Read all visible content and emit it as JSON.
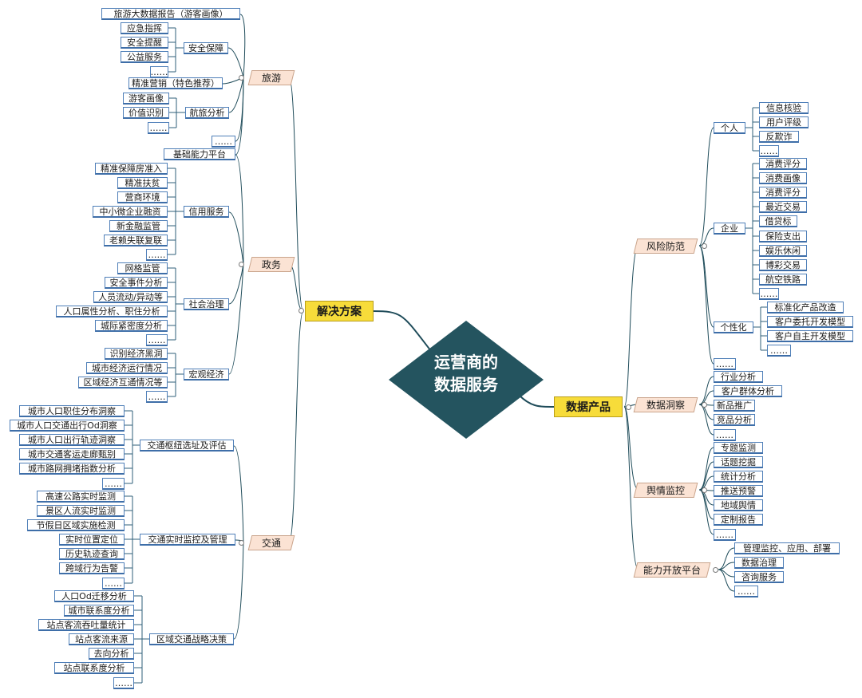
{
  "center": {
    "line1": "运营商的",
    "line2": "数据服务"
  },
  "left": {
    "label": "解决方案",
    "travel": {
      "label": "旅游",
      "report": "旅游大数据报告（游客画像）",
      "safety": {
        "label": "安全保障",
        "items": [
          "应急指挥",
          "安全提醒",
          "公益服务",
          "……"
        ]
      },
      "marketing": "精准营销（特色推荐）",
      "aviation": {
        "label": "航旅分析",
        "items": [
          "游客画像",
          "价值识别",
          "……"
        ]
      },
      "more": "……"
    },
    "gov": {
      "label": "政务",
      "basic": "基础能力平台",
      "credit": {
        "label": "信用服务",
        "items": [
          "精准保障房准入",
          "精准扶贫",
          "营商环境",
          "中小微企业融资",
          "新金融监管",
          "老赖失联复联",
          "……"
        ]
      },
      "social": {
        "label": "社会治理",
        "items": [
          "网格监管",
          "安全事件分析",
          "人员流动/异动等",
          "人口属性分析、职住分析",
          "城际紧密度分析",
          "……"
        ]
      },
      "macro": {
        "label": "宏观经济",
        "items": [
          "识别经济黑洞",
          "城市经济运行情况",
          "区域经济互通情况等",
          "……"
        ]
      }
    },
    "traffic": {
      "label": "交通",
      "hub": {
        "label": "交通枢纽选址及评估",
        "items": [
          "城市人口职住分布洞察",
          "城市人口交通出行Od洞察",
          "城市人口出行轨迹洞察",
          "城市交通客运走廊甄别",
          "城市路网拥堵指数分析",
          "……"
        ]
      },
      "monitor": {
        "label": "交通实时监控及管理",
        "items": [
          "高速公路实时监测",
          "景区人流实时监测",
          "节假日区域实施检测",
          "实时位置定位",
          "历史轨迹查询",
          "跨域行为告警",
          "……"
        ]
      },
      "region": {
        "label": "区域交通战略决策",
        "items": [
          "人口Od迁移分析",
          "城市联系度分析",
          "站点客流吞吐量统计",
          "站点客流来源",
          "去向分析",
          "站点联系度分析",
          "……"
        ]
      }
    }
  },
  "right": {
    "label": "数据产品",
    "risk": {
      "label": "风险防范",
      "personal": {
        "label": "个人",
        "items": [
          "信息核验",
          "用户评级",
          "反欺诈",
          "……"
        ]
      },
      "enterprise": {
        "label": "企业",
        "items": [
          "消费评分",
          "消费画像",
          "消费评分",
          "最近交易",
          "借贷标",
          "保险支出",
          "娱乐休闲",
          "博彩交易",
          "航空铁路",
          "……"
        ]
      },
      "custom": {
        "label": "个性化",
        "items": [
          "标准化产品改造",
          "客户委托开发模型",
          "客户自主开发模型",
          "……"
        ]
      },
      "more": "……"
    },
    "insight": {
      "label": "数据洞察",
      "items": [
        "行业分析",
        "客户群体分析",
        "新品推广",
        "竞品分析",
        "……"
      ]
    },
    "opinion": {
      "label": "舆情监控",
      "items": [
        "专题监测",
        "话题挖掘",
        "统计分析",
        "推送预警",
        "地域舆情",
        "定制报告",
        "……"
      ]
    },
    "open": {
      "label": "能力开放平台",
      "items": [
        "管理监控、应用、部署",
        "数据治理",
        "咨询服务",
        "……"
      ]
    }
  }
}
